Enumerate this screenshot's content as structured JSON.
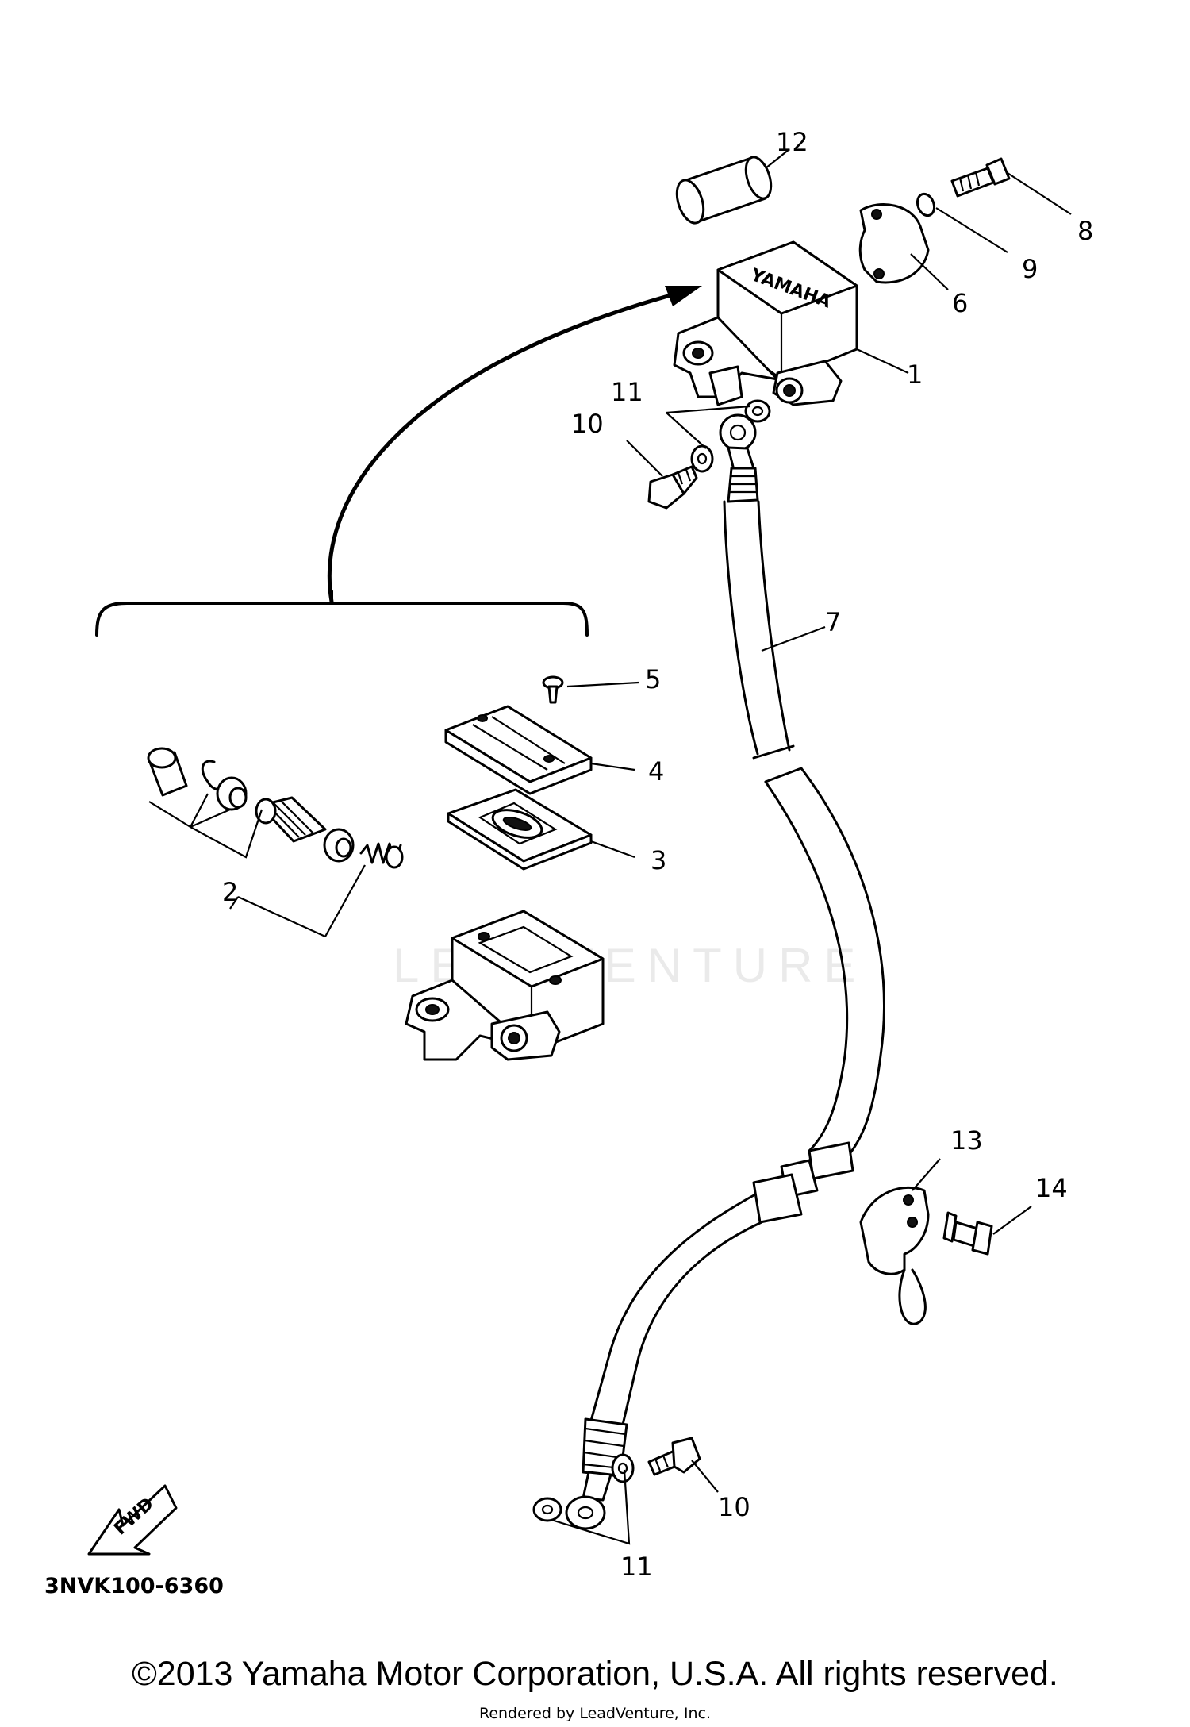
{
  "callouts": {
    "c1": "1",
    "c2": "2",
    "c3": "3",
    "c4": "4",
    "c5": "5",
    "c6": "6",
    "c7": "7",
    "c8": "8",
    "c9": "9",
    "c10_top": "10",
    "c10_bottom": "10",
    "c11_top": "11",
    "c11_bottom": "11",
    "c12": "12",
    "c13": "13",
    "c14": "14"
  },
  "fwd_label": "FWD",
  "diagram_code": "3NVK100-6360",
  "reservoir_marking": "YAMAHA",
  "watermark": "LEADVENTURE",
  "copyright": "©2013 Yamaha Motor Corporation, U.S.A. All rights reserved.",
  "rendered_by": "Rendered by LeadVenture, Inc."
}
